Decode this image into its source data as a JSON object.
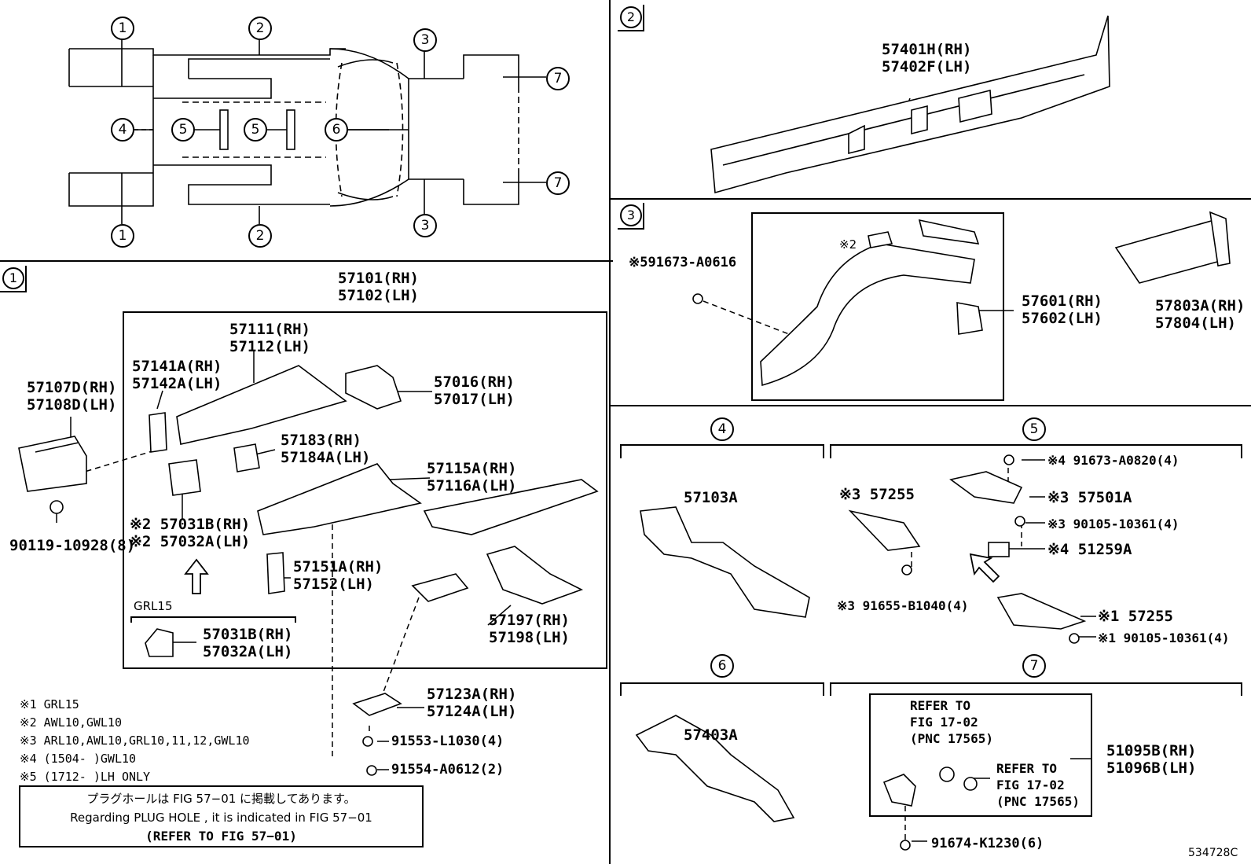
{
  "overview": {
    "callouts": [
      "1",
      "2",
      "3",
      "4",
      "5",
      "5",
      "6",
      "7",
      "7",
      "1",
      "2",
      "3"
    ]
  },
  "section1": {
    "num": "1",
    "parts": {
      "p57101": "57101(RH)",
      "p57102": "57102(LH)",
      "p57111": "57111(RH)",
      "p57112": "57112(LH)",
      "p57141": "57141A(RH)",
      "p57142": "57142A(LH)",
      "p57107": "57107D(RH)",
      "p57108": "57108D(LH)",
      "p57016": "57016(RH)",
      "p57017": "57017(LH)",
      "p57183": "57183(RH)",
      "p57184": "57184A(LH)",
      "p57115": "57115A(RH)",
      "p57116": "57116A(LH)",
      "p57031": "※2 57031B(RH)",
      "p57032": "※2 57032A(LH)",
      "p90119": "90119-10928(8)",
      "p57151": "57151A(RH)",
      "p57152": "57152(LH)",
      "p57197": "57197(RH)",
      "p57198": "57198(LH)",
      "grl15": "GRL15",
      "p57031b": "57031B(RH)",
      "p57032b": "57032A(LH)",
      "p57123": "57123A(RH)",
      "p57124": "57124A(LH)",
      "p91553": "91553-L1030(4)",
      "p91554": "91554-A0612(2)"
    },
    "notes": [
      "※1 GRL15",
      "※2 AWL10,GWL10",
      "※3 ARL10,AWL10,GRL10,11,12,GWL10",
      "※4 (1504-        )GWL10",
      "※5 (1712-        )LH ONLY"
    ],
    "plug_note": {
      "jp": "プラグホールは FIG 57−01 に掲載してあります。",
      "en": "Regarding  PLUG  HOLE , it is indicated in  FIG  57−01",
      "ref": "(REFER  TO  FIG  57−01)"
    }
  },
  "section2": {
    "num": "2",
    "p57401": "57401H(RH)",
    "p57402": "57402F(LH)"
  },
  "section3": {
    "num": "3",
    "p91673": "※591673-A0616",
    "p2": "※2",
    "p57601": "57601(RH)",
    "p57602": "57602(LH)",
    "p57803": "57803A(RH)",
    "p57804": "57804(LH)"
  },
  "section4": {
    "num": "4",
    "p57103": "57103A"
  },
  "section5": {
    "num": "5",
    "p91673": "※4 91673-A0820(4)",
    "p57255a": "※3 57255",
    "p57501": "※3 57501A",
    "p90105a": "※3 90105-10361(4)",
    "p51259": "※4 51259A",
    "p91655": "※3 91655-B1040(4)",
    "p57255b": "※1 57255",
    "p90105b": "※1 90105-10361(4)"
  },
  "section6": {
    "num": "6",
    "p57403": "57403A"
  },
  "section7": {
    "num": "7",
    "refer1": [
      "REFER TO",
      "FIG 17-02",
      "(PNC 17565)"
    ],
    "refer2": [
      "REFER TO",
      "FIG 17-02",
      "(PNC 17565)"
    ],
    "p51095": "51095B(RH)",
    "p51096": "51096B(LH)",
    "p91674": "91674-K1230(6)"
  },
  "illustration_code": "534728C"
}
